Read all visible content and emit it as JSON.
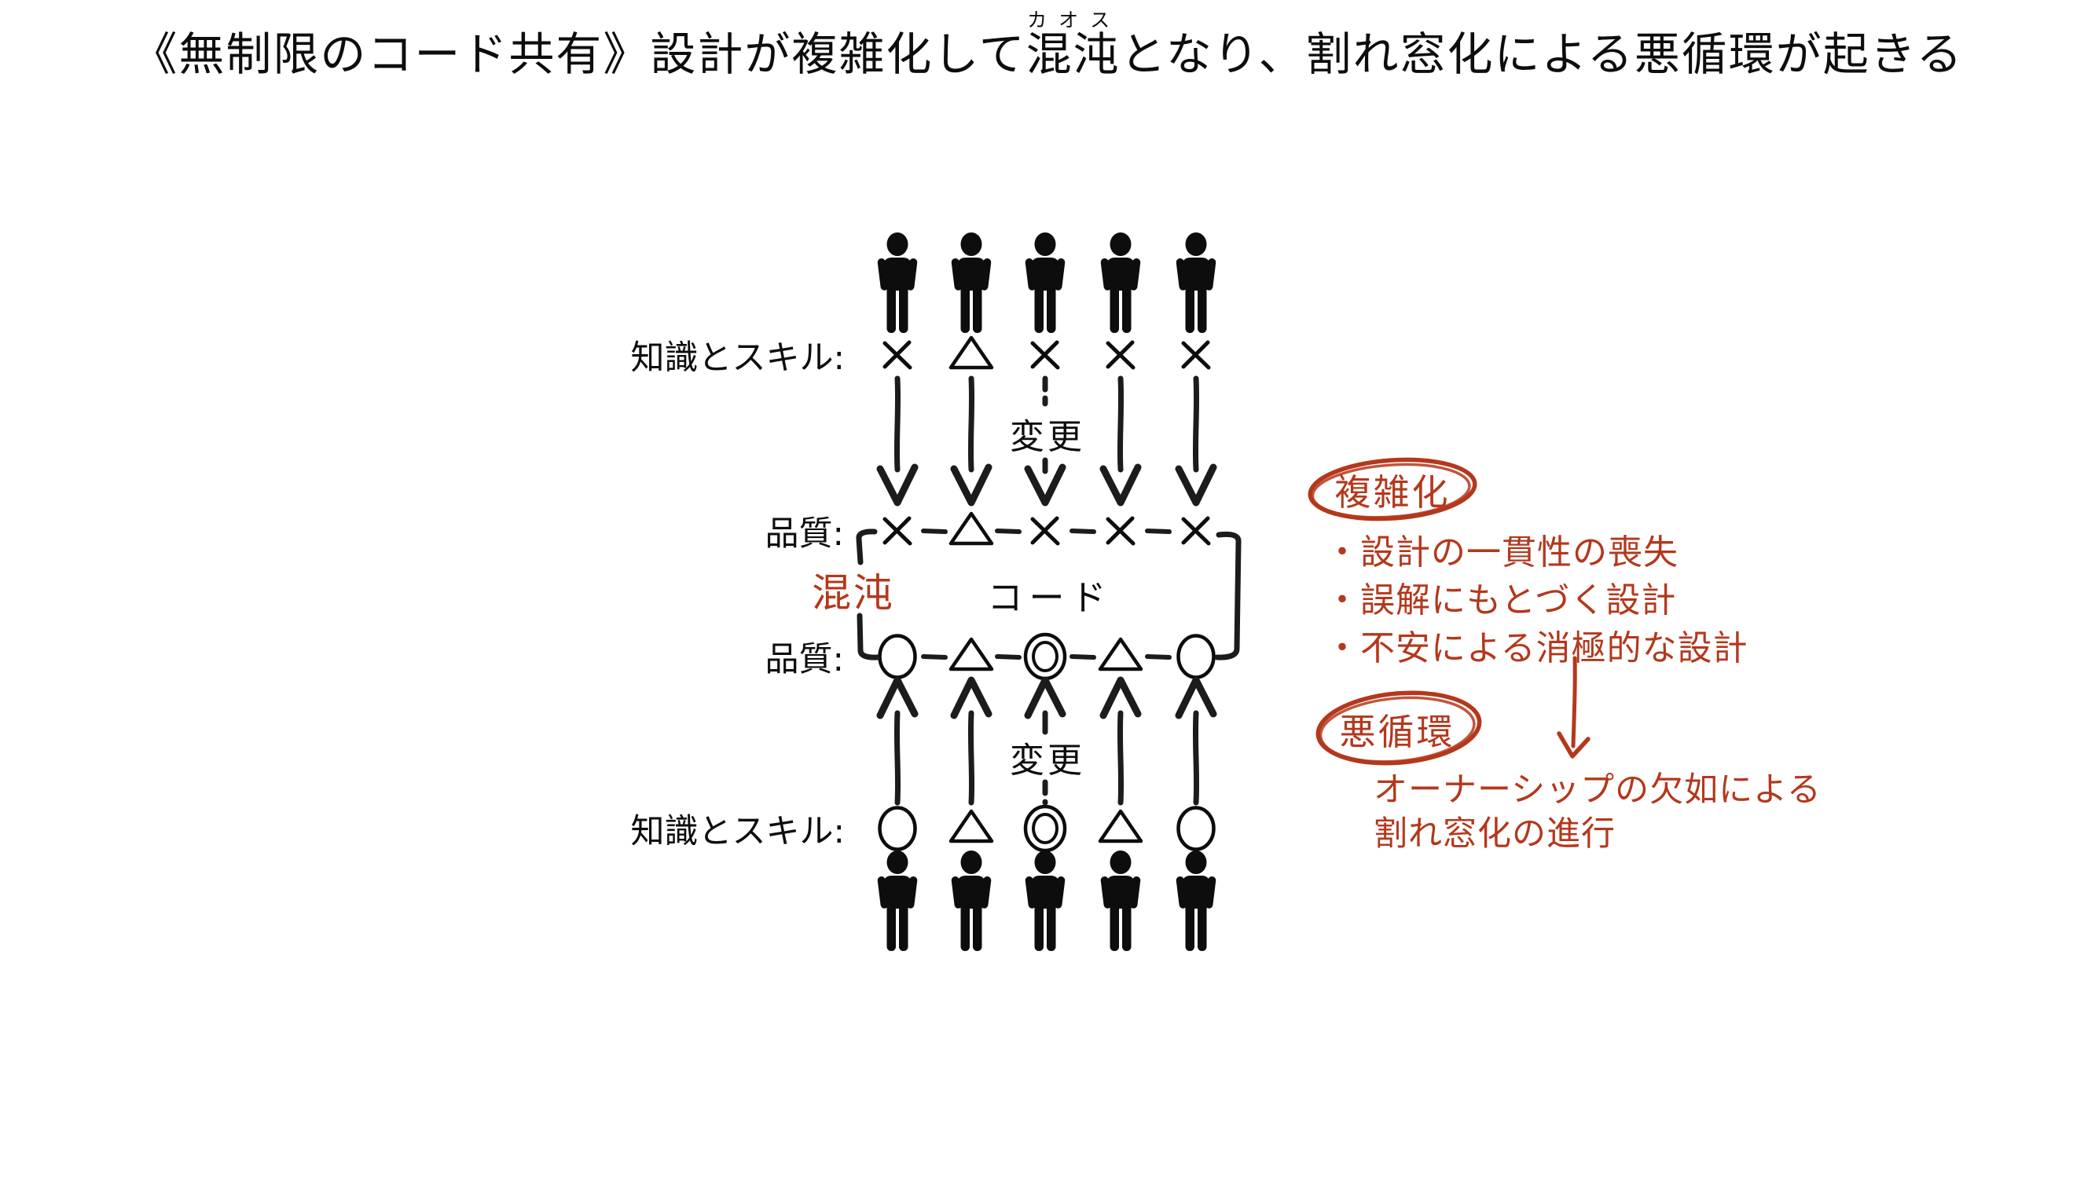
{
  "colors": {
    "ink": "#0d0d0d",
    "sketch": "#1c1c1c",
    "red": "#b4381c"
  },
  "title": {
    "pre": "《無制限のコード共有》設計が複雑化して",
    "ruby_base": "混沌",
    "ruby_text": "カオス",
    "post": "となり、割れ窓化による悪循環が起きる"
  },
  "diagram": {
    "top_group": {
      "person_count": 5,
      "skills_label": "知識とスキル:",
      "skills_symbols": [
        "x",
        "triangle",
        "x",
        "x",
        "x"
      ],
      "change_label": "変更"
    },
    "code_box": {
      "quality_label_top": "品質:",
      "quality_top_symbols": [
        "x",
        "triangle",
        "x",
        "x",
        "x"
      ],
      "chaos_label": "混沌",
      "code_label": "コード",
      "quality_label_bottom": "品質:",
      "quality_bottom_symbols": [
        "circle",
        "triangle",
        "double-circle",
        "triangle",
        "circle"
      ]
    },
    "bottom_group": {
      "change_label": "変更",
      "skills_label": "知識とスキル:",
      "skills_symbols": [
        "circle",
        "triangle",
        "double-circle",
        "triangle",
        "circle"
      ],
      "person_count": 5
    }
  },
  "annotations": {
    "complexity": {
      "label": "複雑化",
      "bullets": [
        "・設計の一貫性の喪失",
        "・誤解にもとづく設計",
        "・不安による消極的な設計"
      ]
    },
    "vicious_cycle": {
      "label": "悪循環",
      "line1": "オーナーシップの欠如による",
      "line2": "割れ窓化の進行"
    }
  }
}
